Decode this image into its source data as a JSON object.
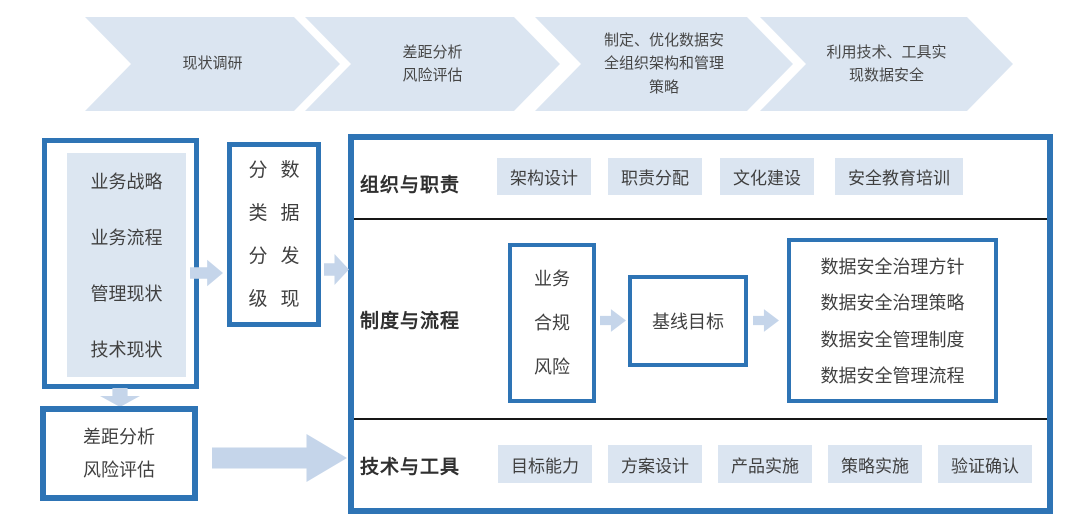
{
  "colors": {
    "accent_border": "#2e74b5",
    "shape_fill_light": "#dbe5f1",
    "arrow_fill": "#c5d5ea",
    "divider": "#161616",
    "text": "#3f3f3f"
  },
  "process_flow": {
    "steps": [
      {
        "label": "现状调研"
      },
      {
        "label": "差距分析\n风险评估"
      },
      {
        "label": "制定、优化数据安\n全组织架构和管理\n策略"
      },
      {
        "label": "利用技术、工具实\n现数据安全"
      }
    ]
  },
  "left_column": {
    "current_state_box": {
      "items": [
        "业务战略",
        "业务流程",
        "管理现状",
        "技术现状"
      ]
    },
    "classification_box": {
      "col1": "分\n类\n分\n级",
      "col2": "数\n据\n发\n现"
    },
    "gap_analysis_box": {
      "text": "差距分析\n风险评估"
    }
  },
  "main_panel": {
    "rows": [
      {
        "label": "组织与职责",
        "chips": [
          "架构设计",
          "职责分配",
          "文化建设",
          "安全教育培训"
        ]
      },
      {
        "label": "制度与流程",
        "compliance_box": "业务\n合规\n风险",
        "baseline_box": "基线目标",
        "outputs": [
          "数据安全治理方针",
          "数据安全治理策略",
          "数据安全管理制度",
          "数据安全管理流程"
        ]
      },
      {
        "label": "技术与工具",
        "chips": [
          "目标能力",
          "方案设计",
          "产品实施",
          "策略实施",
          "验证确认"
        ]
      }
    ]
  }
}
